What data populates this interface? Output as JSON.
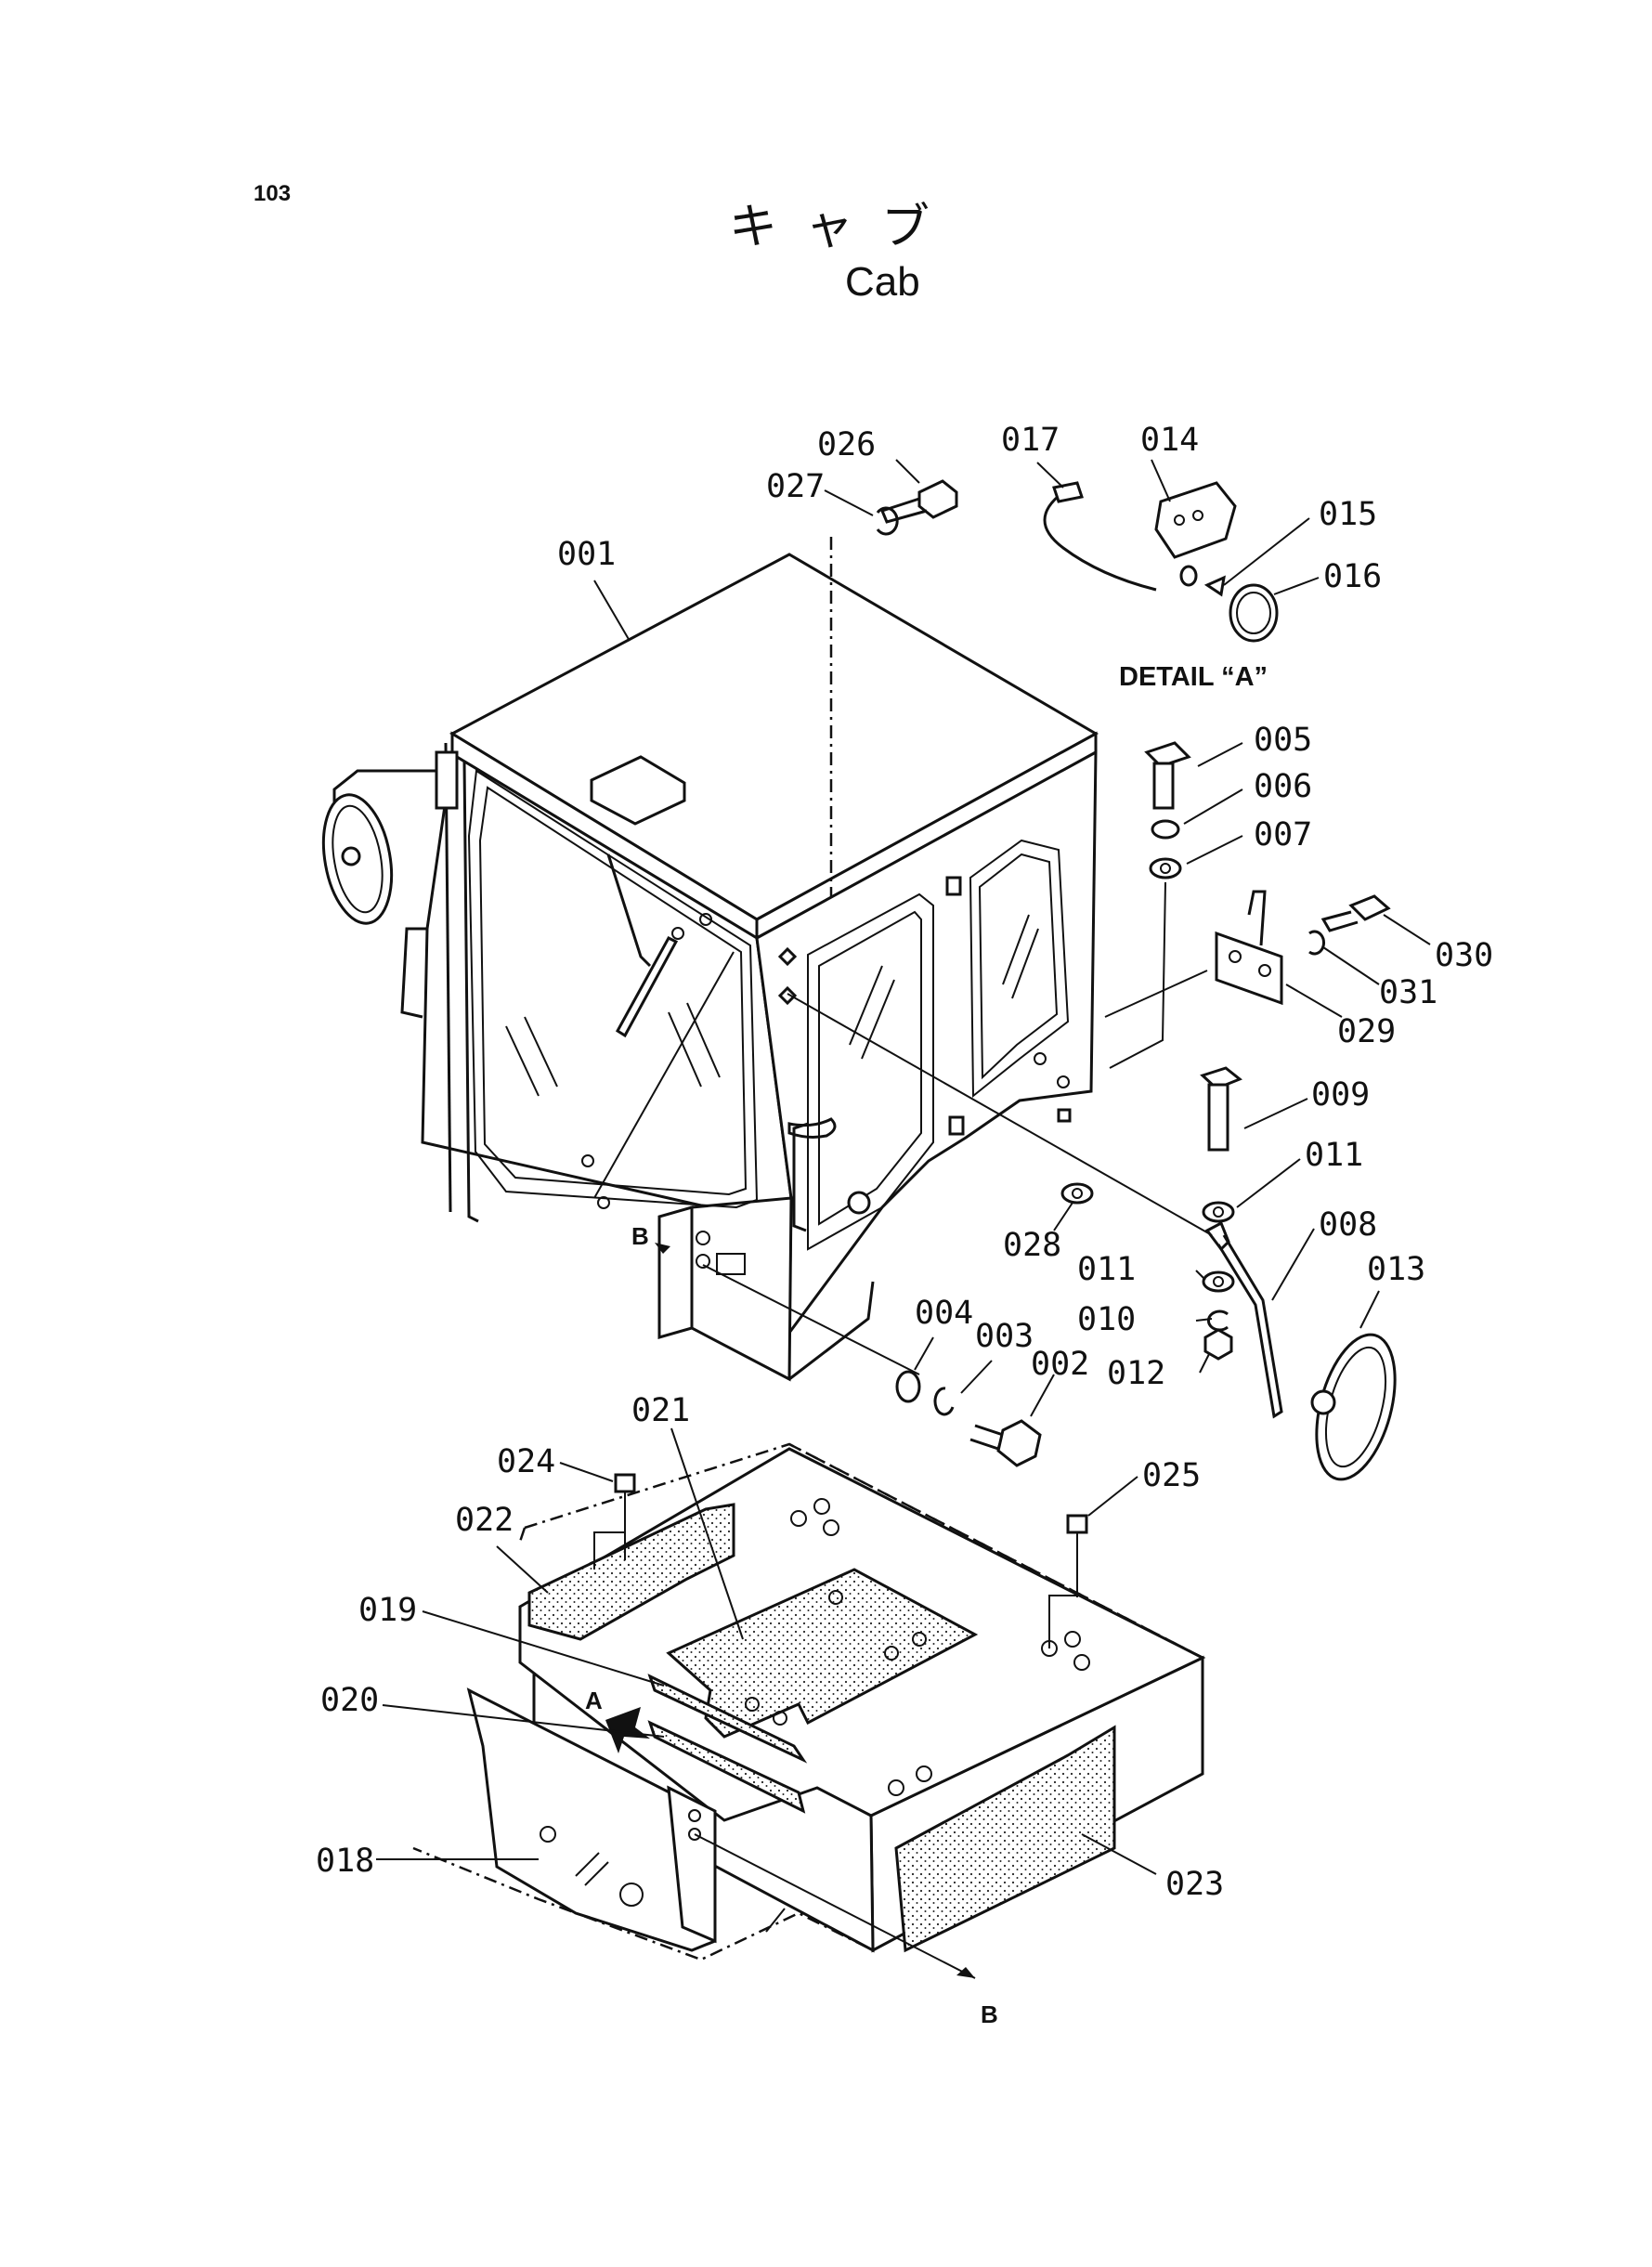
{
  "page_number": "103",
  "title_jp": "キャブ",
  "title_en": "Cab",
  "detail_label": "DETAIL “A”",
  "view_marks": {
    "a": "A",
    "b_upper": "B",
    "b_lower": "B"
  },
  "parts": {
    "p001": "001",
    "p002": "002",
    "p003": "003",
    "p004": "004",
    "p005": "005",
    "p006": "006",
    "p007": "007",
    "p008": "008",
    "p009": "009",
    "p010": "010",
    "p011a": "011",
    "p011b": "011",
    "p012": "012",
    "p013": "013",
    "p014": "014",
    "p015": "015",
    "p016": "016",
    "p017": "017",
    "p018": "018",
    "p019": "019",
    "p020": "020",
    "p021": "021",
    "p022": "022",
    "p023": "023",
    "p024": "024",
    "p025": "025",
    "p026": "026",
    "p027": "027",
    "p028": "028",
    "p029": "029",
    "p030": "030",
    "p031": "031"
  }
}
